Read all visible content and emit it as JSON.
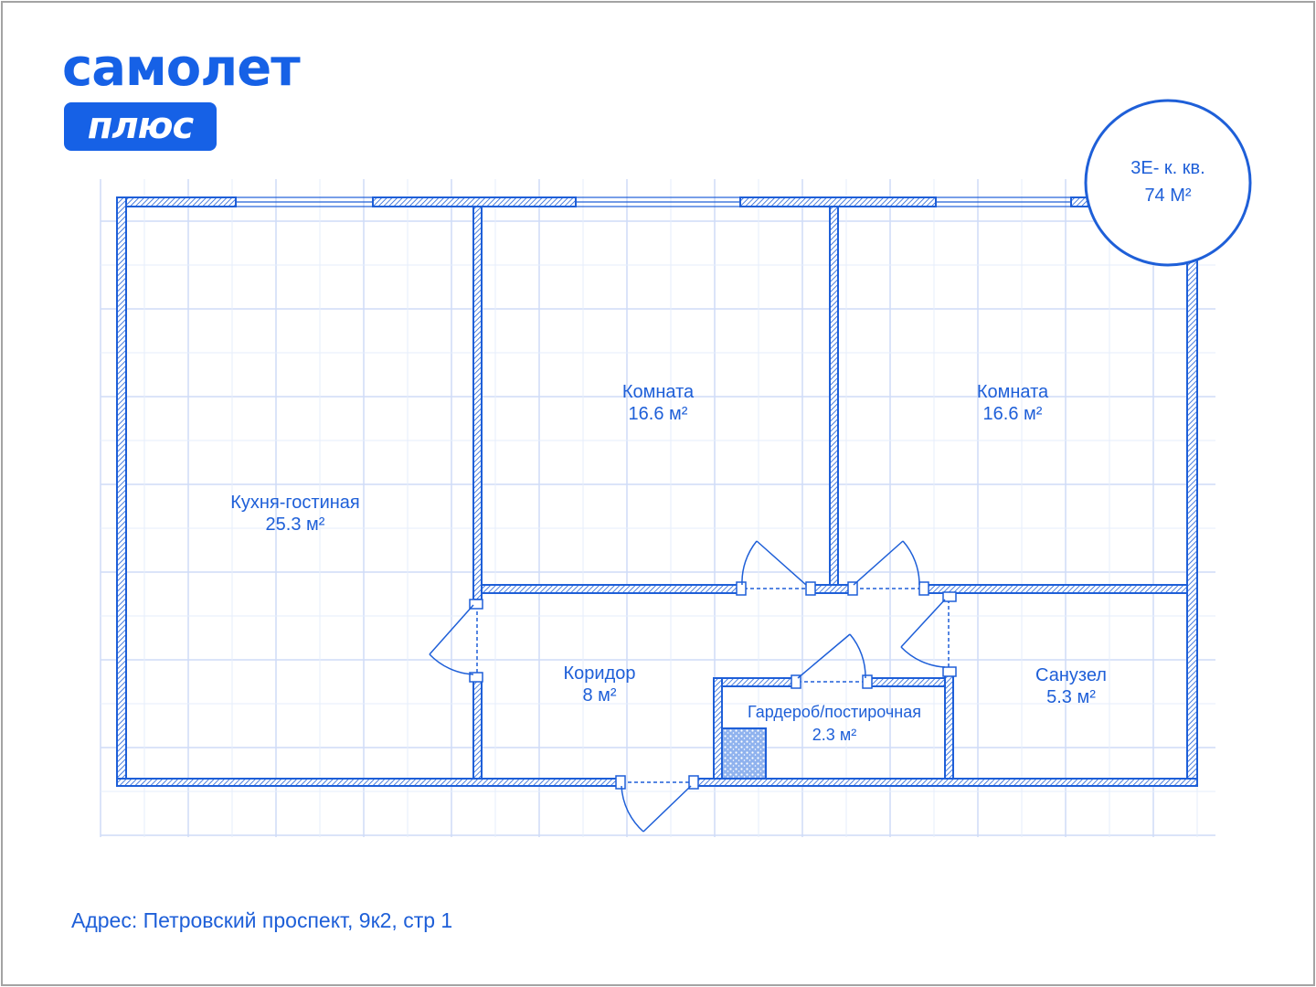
{
  "brand": {
    "name": "самолет",
    "badge": "плюс"
  },
  "apartment": {
    "type": "3Е- к. кв.",
    "area": "74 М²"
  },
  "rooms": [
    {
      "name": "Кухня-гостиная",
      "area": "25.3 м²"
    },
    {
      "name": "Комната",
      "area": "16.6 м²"
    },
    {
      "name": "Комната",
      "area": "16.6 м²"
    },
    {
      "name": "Коридор",
      "area": "8 м²"
    },
    {
      "name": "Санузел",
      "area": "5.3 м²"
    },
    {
      "name": "Гардероб/постирочная",
      "area": "2.3 м²"
    }
  ],
  "address": "Адрес: Петровский проспект, 9к2, стр 1",
  "colors": {
    "accent": "#1661e6",
    "line": "#1e5fd8",
    "grid": "#cfdcf7",
    "frame": "#a3a3a3"
  }
}
